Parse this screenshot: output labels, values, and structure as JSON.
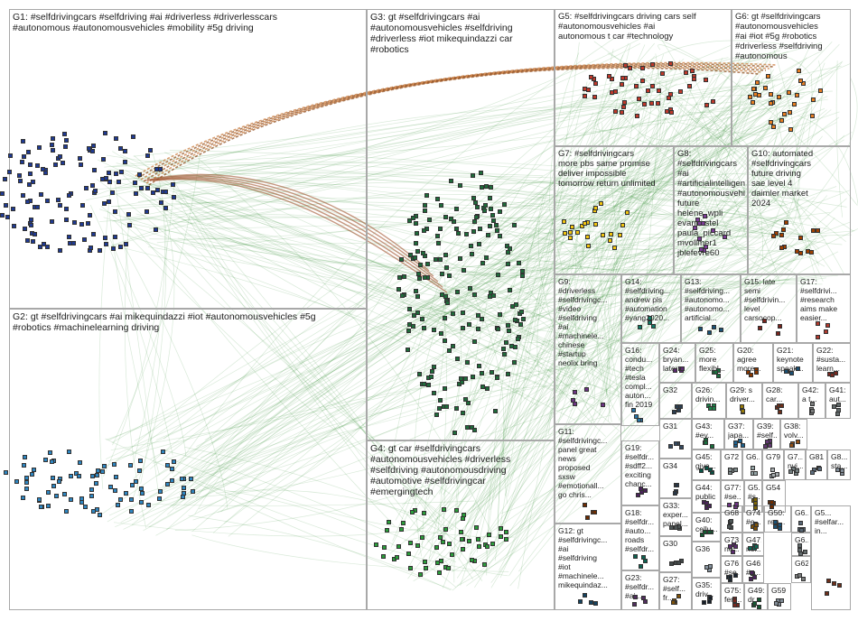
{
  "groups": [
    {
      "id": "G1",
      "label": "G1: #selfdrivingcars #selfdriving #ai #driverless #driverlesscars\n#autonomous #autonomousvehicles #mobility #5g driving",
      "color": "#1f3a93"
    },
    {
      "id": "G2",
      "label": "G2: gt #selfdrivingcars #ai mikequindazzi #iot #autonomousvehicles #5g\n#robotics #machinelearning driving",
      "color": "#2e86c1"
    },
    {
      "id": "G3",
      "label": "G3: gt #selfdrivingcars #ai\n#autonomousvehicles #selfdriving\n#driverless #iot mikequindazzi car\n#robotics",
      "color": "#1e6b3a"
    },
    {
      "id": "G4",
      "label": "G4: gt car #selfdrivingcars\n#autonomousvehicles #driverless\n#selfdriving #autonomousdriving\n#automotive #selfdrivingcar\n#emergingtech",
      "color": "#2a9d3a"
    },
    {
      "id": "G5",
      "label": "G5: #selfdrivingcars driving cars self\n#autonomousvehicles #ai\nautonomous t car #technology",
      "color": "#c0392b"
    },
    {
      "id": "G6",
      "label": "G6: gt #selfdrivingcars\n#autonomousvehicles\n#ai #iot #5g #robotics\n#driverless #selfdriving\n#autonomous",
      "color": "#e67e22"
    },
    {
      "id": "G7",
      "label": "G7: #selfdrivingcars\nmore pbs same promise\ndeliver impossible\ntomorrow return unlimited",
      "color": "#f1c40f"
    },
    {
      "id": "G8",
      "label": "G8: #selfdrivingcars\n#ai\n#artificialintelligence\n#autonomousvehic...\nfuture helene_wpli\nevankirstel\npaula_piccard\nmvollmer1\njblefevre60",
      "color": "#7d3c98"
    },
    {
      "id": "G10",
      "label": "G10: automated\n#selfdrivingcars\nfuture driving\nsae level 4\ndaimler market\n2024",
      "color": "#a04000"
    },
    {
      "id": "G9",
      "label": "G9:\n#driverless\n#selfdrivingc...\n#video\n#selfdriving\n#ai\n#machinele...\nchinese\n#startup\nneolix bring",
      "color": "#6c3483"
    },
    {
      "id": "G14",
      "label": "G14:\n#selfdriving...\nandrew pls\n#automation\n#yang2020...",
      "color": "#117a65"
    },
    {
      "id": "G13",
      "label": "G13:\n#selfdriving...\n#autonomo...\n#autonomo...\nartificial...",
      "color": "#1a5276"
    },
    {
      "id": "G15",
      "label": "G15: late\nsemi\n#selfdrivin...\nlevel\ncarsocop...",
      "color": "#7b241c"
    },
    {
      "id": "G17",
      "label": "G17:\n#selfdrivi...\n#research\naims make\neasier...",
      "color": "#b03a2e"
    },
    {
      "id": "G16",
      "label": "G16:\ncondu...\n#tech\n#tesla\ncompl...\nauton...\nfin 2019",
      "color": "#2874a6"
    },
    {
      "id": "G24",
      "label": "G24:\nbryan...\nlater...",
      "color": "#5b2c6f"
    },
    {
      "id": "G25",
      "label": "G25:\nmore\nflexibl...",
      "color": "#196f3d"
    },
    {
      "id": "G20",
      "label": "G20:\nagree\nmore...",
      "color": "#873600"
    },
    {
      "id": "G21",
      "label": "G21:\nkeynote\nspeak...",
      "color": "#1b4f72"
    },
    {
      "id": "G22",
      "label": "G22:\n#susta...\nlearn...",
      "color": "#78281f"
    },
    {
      "id": "G11",
      "label": "G11:\n#selfdrivingc...\npanel great\nnews\nproposed\nsxsw\n#emotionall...\ngo chris...",
      "color": "#6e2c00"
    },
    {
      "id": "G19",
      "label": "G19:\n#selfdr...\n#sdff2...\nexciting\nchanc...",
      "color": "#4a235a"
    },
    {
      "id": "G12",
      "label": "G12: gt\n#selfdrivingc...\n#ai\n#selfdriving\n#iot\n#machinele...\nmikequindaz...",
      "color": "#154360"
    },
    {
      "id": "G18",
      "label": "G18:\n#selfdr...\n#auto...\nroads\n#selfdr...",
      "color": "#0e6251"
    },
    {
      "id": "G23",
      "label": "G23:\n#selfdr...\n#ai...",
      "color": "#512e5f"
    },
    {
      "id": "G27",
      "label": "G27:\n#self...\nfr...",
      "color": "#7e5109"
    },
    {
      "id": "G32",
      "label": "G32",
      "color": "#2c3e50"
    },
    {
      "id": "G31",
      "label": "G31",
      "color": "#34495e"
    },
    {
      "id": "G34",
      "label": "G34",
      "color": "#283747"
    },
    {
      "id": "G33",
      "label": "G33:\nexper...\npanel...",
      "color": "#4d5656"
    },
    {
      "id": "G30",
      "label": "G30",
      "color": "#424949"
    },
    {
      "id": "G35",
      "label": "G35:\ndriv...",
      "color": "#17202a"
    },
    {
      "id": "G26",
      "label": "G26:\ndrivin...",
      "color": "#1d8348"
    },
    {
      "id": "G29",
      "label": "G29: s\ndriver...",
      "color": "#9a7d0a"
    },
    {
      "id": "G28",
      "label": "G28:\ncar...",
      "color": "#6e2f1a"
    },
    {
      "id": "G42",
      "label": "G42:\na t...",
      "color": "#7b7d7d"
    },
    {
      "id": "G41",
      "label": "G41:\naut...",
      "color": "#616a6b"
    },
    {
      "id": "G43",
      "label": "G43:\n#ev...",
      "color": "#196f3d"
    },
    {
      "id": "G37",
      "label": "G37:\njapa...",
      "color": "#1f618d"
    },
    {
      "id": "G39",
      "label": "G39:\n#self...",
      "color": "#633974"
    },
    {
      "id": "G38",
      "label": "G38:\nvolv...",
      "color": "#935116"
    },
    {
      "id": "G36",
      "label": "G36",
      "color": "#85929e"
    },
    {
      "id": "G45",
      "label": "G45:\ngive...",
      "color": "#0b5345"
    },
    {
      "id": "G72",
      "label": "G72",
      "color": "#7f8c8d"
    },
    {
      "id": "G6b",
      "label": "G6...",
      "color": "#95a5a6"
    },
    {
      "id": "G79",
      "label": "G79",
      "color": "#a6acaf"
    },
    {
      "id": "G7b",
      "label": "G7...\nnvi...",
      "color": "#717d7e"
    },
    {
      "id": "G81",
      "label": "G81",
      "color": "#5d6d7e"
    },
    {
      "id": "G8b",
      "label": "G8...\nsta...",
      "color": "#808b96"
    },
    {
      "id": "G44",
      "label": "G44:\npublic",
      "color": "#4a235a"
    },
    {
      "id": "G77",
      "label": "G77:\n#se...",
      "color": "#6c3483"
    },
    {
      "id": "G5b",
      "label": "G5...\n#s...",
      "color": "#7d6608"
    },
    {
      "id": "G54",
      "label": "G54",
      "color": "#6e2c00"
    },
    {
      "id": "G40",
      "label": "G40:\ncellu...",
      "color": "#145a32"
    },
    {
      "id": "G68",
      "label": "G68",
      "color": "#4d5656"
    },
    {
      "id": "G74",
      "label": "G74:\n#e...",
      "color": "#7e5109"
    },
    {
      "id": "G50",
      "label": "G50:\nreg...",
      "color": "#1a5276"
    },
    {
      "id": "G6c",
      "label": "G6...",
      "color": "#566573"
    },
    {
      "id": "G73",
      "label": "G73:\nne...",
      "color": "#5b2c6f"
    },
    {
      "id": "G47",
      "label": "G47:\nne...",
      "color": "#0e6655"
    },
    {
      "id": "G6d",
      "label": "G6...",
      "color": "#616a6b"
    },
    {
      "id": "G62",
      "label": "G62",
      "color": "#7b7d7d"
    },
    {
      "id": "G76",
      "label": "G76:\n#se...",
      "color": "#1b2631"
    },
    {
      "id": "G46",
      "label": "G46:\n#s...",
      "color": "#4a235a"
    },
    {
      "id": "G75",
      "label": "G75:\nferr...",
      "color": "#78281f"
    },
    {
      "id": "G49",
      "label": "G49:\ndr...",
      "color": "#145a32"
    },
    {
      "id": "G59",
      "label": "G59",
      "color": "#808b96"
    },
    {
      "id": "G5c",
      "label": "G5...\n#selfar...\nin...",
      "color": "#6e2f1a"
    }
  ]
}
